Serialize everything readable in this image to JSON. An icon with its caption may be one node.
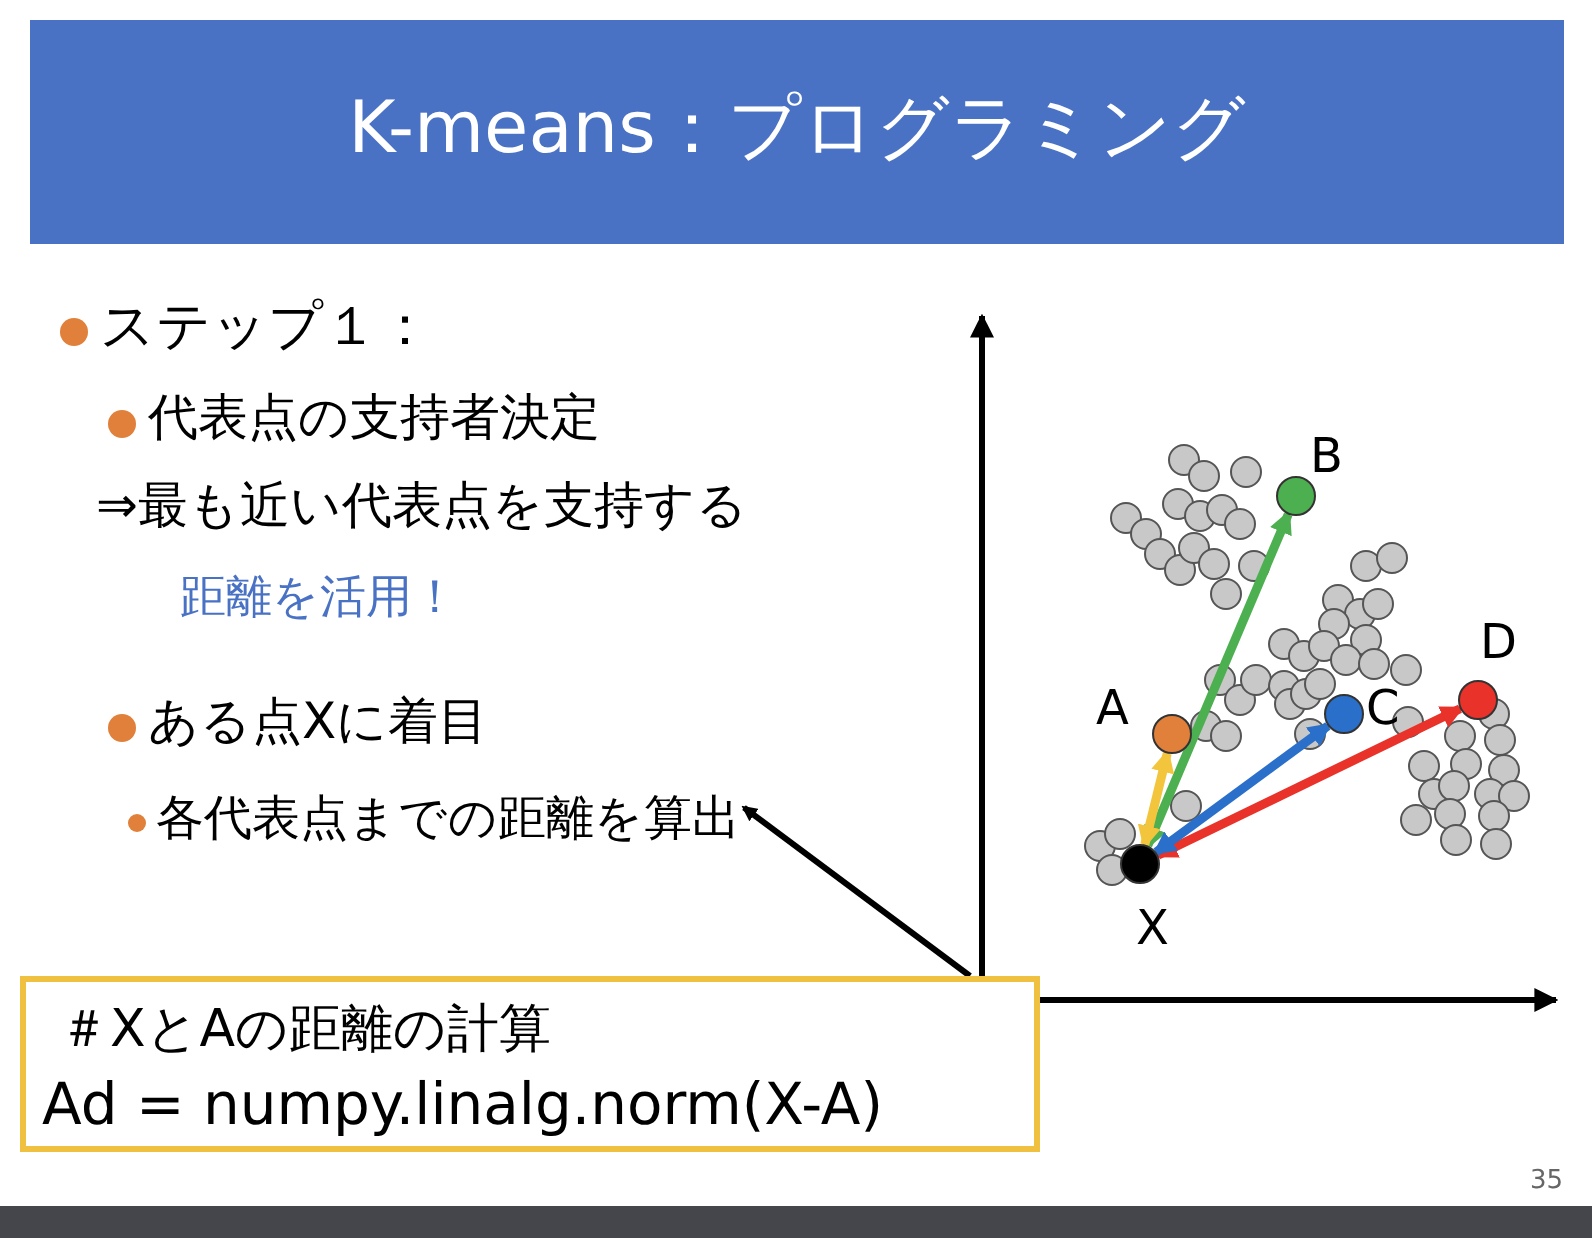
{
  "diagram": {
    "title": "K-means：プログラミング",
    "nodes": [
      {
        "text": [
          "各代表点までの距離を算出"
        ]
      },
      {
        "text": [],
        "shape": "circle",
        "beside": [
          "B"
        ]
      },
      {
        "text": [],
        "shape": "circle",
        "beside": [
          "D"
        ]
      },
      {
        "text": [],
        "shape": "circle",
        "beside": [
          "A"
        ]
      },
      {
        "text": [],
        "shape": "circle",
        "beside": [
          "C"
        ]
      },
      {
        "text": [],
        "shape": "circle",
        "beside": [
          "X"
        ]
      },
      {
        "text": [
          "＃XとAの距離の計算",
          "Ad = numpy.linalg.norm(X-A)"
        ]
      }
    ],
    "edges": [
      {
        "from": 6,
        "to": 0,
        "arrow": "to",
        "color": "#000000"
      },
      {
        "from": 5,
        "to": 3,
        "arrow": "both",
        "color": "#f2c53d"
      },
      {
        "from": 5,
        "to": 1,
        "arrow": "both",
        "color": "#4caf50"
      },
      {
        "from": 5,
        "to": 4,
        "arrow": "both",
        "color": "#2a6fc9"
      },
      {
        "from": 5,
        "to": 2,
        "arrow": "both",
        "color": "#e8322a"
      }
    ],
    "labels": [
      "ステップ１：",
      "代表点の支持者決定",
      "⇒最も近い代表点を支持する",
      "距離を活用！",
      "ある点Xに着目",
      "35"
    ]
  }
}
